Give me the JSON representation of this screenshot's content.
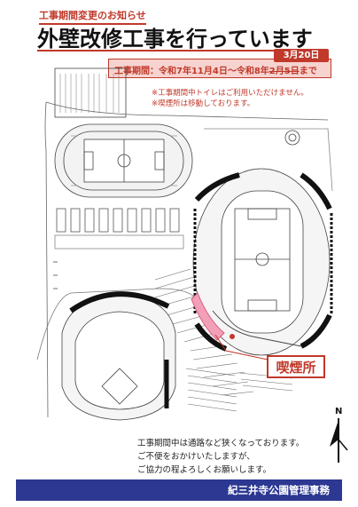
{
  "notice": {
    "label": "工事期間変更のお知らせ",
    "title": "外壁改修工事を行っています"
  },
  "period": {
    "prefix": "工事期間：令和7年11月4日～令和8年",
    "struck": "2月5日",
    "suffix": "まで",
    "new_date": "3月20日"
  },
  "notes": [
    "※工事期間中トイレはご利用いただけません。",
    "※喫煙所は移動しております。"
  ],
  "map": {
    "smoking_label": "喫煙所",
    "north_label": "N"
  },
  "footer": {
    "lines": [
      "工事期間中は通路など狭くなっております。",
      "ご不便をおかけいたしますが、",
      "ご協力の程よろしくお願いします。"
    ],
    "organization": "紀三井寺公園管理事務"
  },
  "colors": {
    "accent_red": "#c0392b",
    "period_bg": "#f6d3cf",
    "footer_blue": "#2c3891",
    "pink_highlight": "#f2a0b8"
  }
}
